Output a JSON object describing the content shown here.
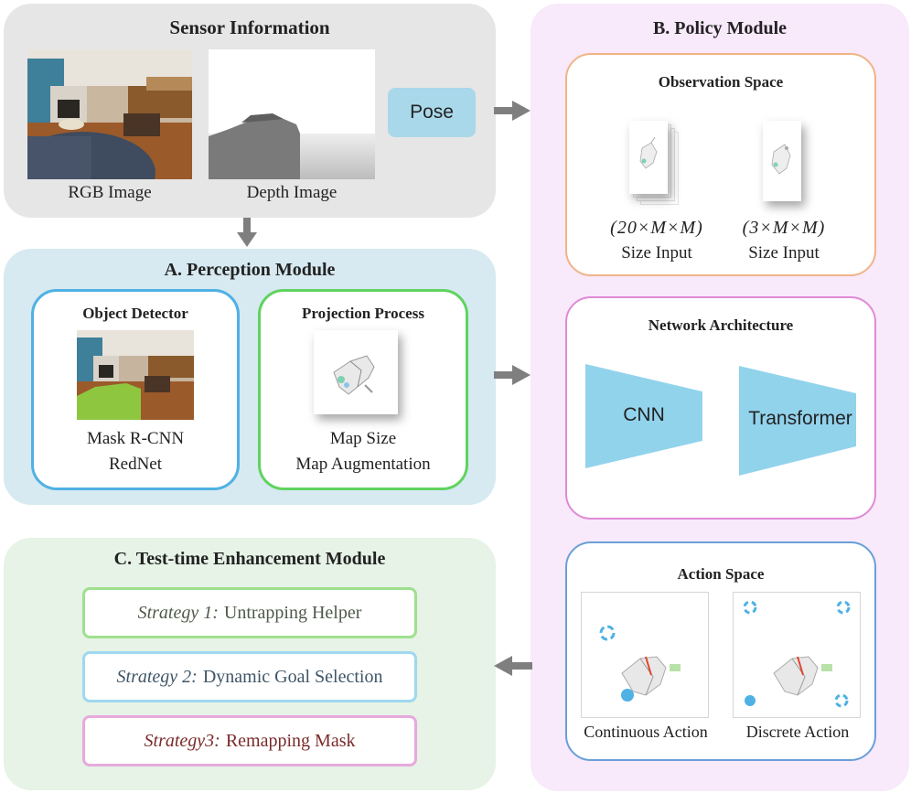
{
  "sensor": {
    "title": "Sensor Information",
    "rgb_label": "RGB Image",
    "depth_label": "Depth Image",
    "pose_label": "Pose"
  },
  "perception": {
    "title": "A. Perception Module",
    "detector": {
      "title": "Object Detector",
      "line1": "Mask R-CNN",
      "line2": "RedNet"
    },
    "projection": {
      "title": "Projection Process",
      "line1": "Map Size",
      "line2": "Map Augmentation"
    }
  },
  "enhancement": {
    "title": "C. Test-time Enhancement Module",
    "strategies": [
      {
        "prefix": "Strategy 1:",
        "text": "Untrapping Helper"
      },
      {
        "prefix": "Strategy 2:",
        "text": "Dynamic Goal Selection"
      },
      {
        "prefix": "Strategy3:",
        "text": "Remapping Mask"
      }
    ]
  },
  "policy": {
    "title": "B. Policy Module",
    "observation": {
      "title": "Observation Space",
      "input1_dims": "(20×M×M)",
      "input2_dims": "(3×M×M)",
      "input_label": "Size Input"
    },
    "network": {
      "title": "Network Architecture",
      "cnn_label": "CNN",
      "transformer_label": "Transformer"
    },
    "action": {
      "title": "Action Space",
      "continuous_label": "Continuous Action",
      "discrete_label": "Discrete Action"
    }
  },
  "colors": {
    "sensor_bg": "#e6e6e6",
    "perception_bg": "#d7e9f1",
    "enhancement_bg": "#e6f3e6",
    "policy_bg": "#f8e9fb",
    "detector_border": "#4fb1e4",
    "projection_border": "#5fd35f",
    "observation_border": "#f0b487",
    "network_border": "#e08ad6",
    "action_border": "#6a9fd8",
    "pose_fill": "#a9d8ea",
    "network_fill": "#92d3ec",
    "strategy1_border": "#9fe08f",
    "strategy2_border": "#9fd8f0",
    "strategy3_border": "#e7a9dd",
    "arrow": "#7f7f7f"
  }
}
